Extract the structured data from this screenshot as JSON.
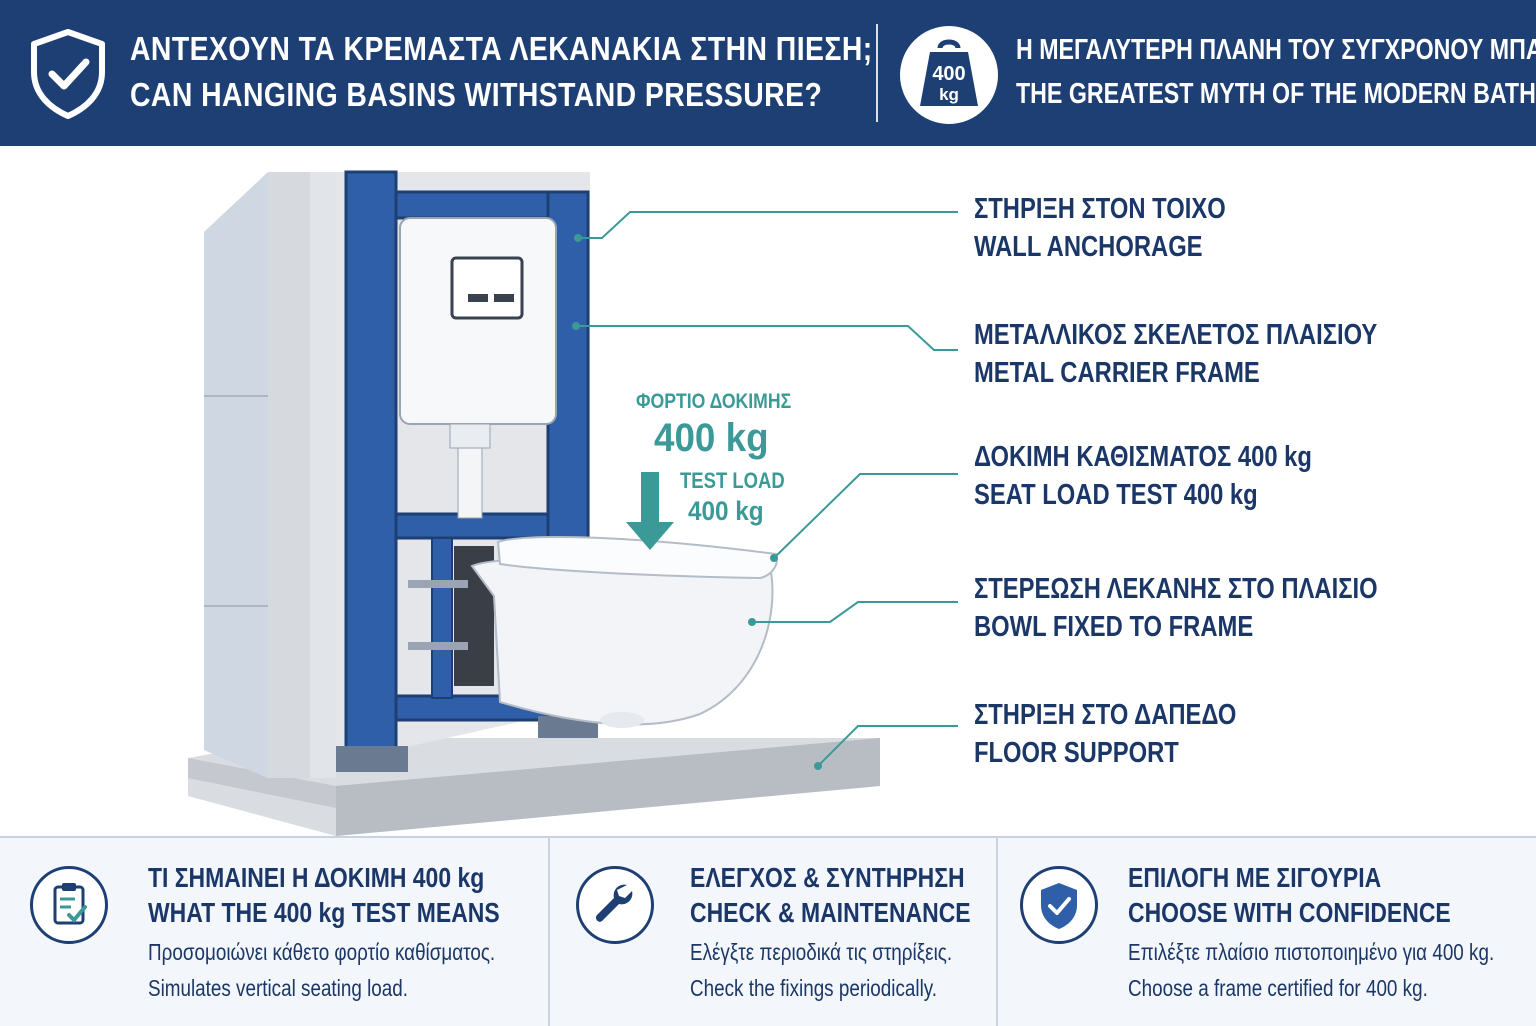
{
  "header": {
    "title_gr": "ΑΝΤΕΧΟΥΝ ΤΑ ΚΡΕΜΑΣΤΑ ΛΕΚΑΝΑΚΙΑ ΣΤΗΝ ΠΙΕΣΗ;",
    "title_en": "CAN HANGING BASINS WITHSTAND PRESSURE?",
    "badge_value": "400",
    "badge_unit": "kg",
    "myth_gr": "Η ΜΕΓΑΛΥΤΕΡΗ ΠΛΑΝΗ ΤΟΥ ΣΥΓΧΡΟΝΟΥ ΜΠΑΝΙΟΥ",
    "myth_en": "THE GREATEST MYTH OF THE MODERN BATHROOM"
  },
  "load": {
    "label_gr": "ΦΟΡΤΙΟ ΔΟΚΙΜΗΣ",
    "value_gr": "400 kg",
    "label_en": "TEST LOAD",
    "value_en": "400 kg"
  },
  "callouts": [
    {
      "gr": "ΣΤΗΡΙΞΗ ΣΤΟΝ ΤΟΙΧΟ",
      "en": "WALL ANCHORAGE"
    },
    {
      "gr": "ΜΕΤΑΛΛΙΚΟΣ ΣΚΕΛΕΤΟΣ ΠΛΑΙΣΙΟΥ",
      "en": "METAL CARRIER FRAME"
    },
    {
      "gr": "ΔΟΚΙΜΗ ΚΑΘΙΣΜΑΤΟΣ 400 kg",
      "en": "SEAT LOAD TEST 400 kg"
    },
    {
      "gr": "ΣΤΕΡΕΩΣΗ ΛΕΚΑΝΗΣ ΣΤΟ ΠΛΑΙΣΙΟ",
      "en": "BOWL FIXED TO FRAME"
    },
    {
      "gr": "ΣΤΗΡΙΞΗ ΣΤΟ ΔΑΠΕΔΟ",
      "en": "FLOOR SUPPORT"
    }
  ],
  "panels": [
    {
      "icon": "clipboard-check-icon",
      "title_gr": "ΤΙ ΣΗΜΑΙΝΕΙ Η ΔΟΚΙΜΗ 400 kg",
      "title_en": "WHAT THE 400 kg TEST MEANS",
      "text_gr": "Προσομοιώνει κάθετο φορτίο καθίσματος.",
      "text_en": "Simulates vertical seating load."
    },
    {
      "icon": "wrench-icon",
      "title_gr": "ΕΛΕΓΧΟΣ & ΣΥΝΤΗΡΗΣΗ",
      "title_en": "CHECK & MAINTENANCE",
      "text_gr": "Ελέγξτε περιοδικά τις στηρίξεις.",
      "text_en": "Check the fixings periodically."
    },
    {
      "icon": "shield-check-icon",
      "title_gr": "ΕΠΙΛΟΓΗ ΜΕ ΣΙΓΟΥΡΙΑ",
      "title_en": "CHOOSE WITH CONFIDENCE",
      "text_gr": "Επιλέξτε πλαίσιο πιστοποιημένο για 400 kg.",
      "text_en": "Choose a frame certified for 400 kg."
    }
  ],
  "colors": {
    "navy": "#1e3f73",
    "teal": "#3b9a98",
    "frame_blue": "#2f5fa8",
    "text_navy": "#1b3768"
  }
}
